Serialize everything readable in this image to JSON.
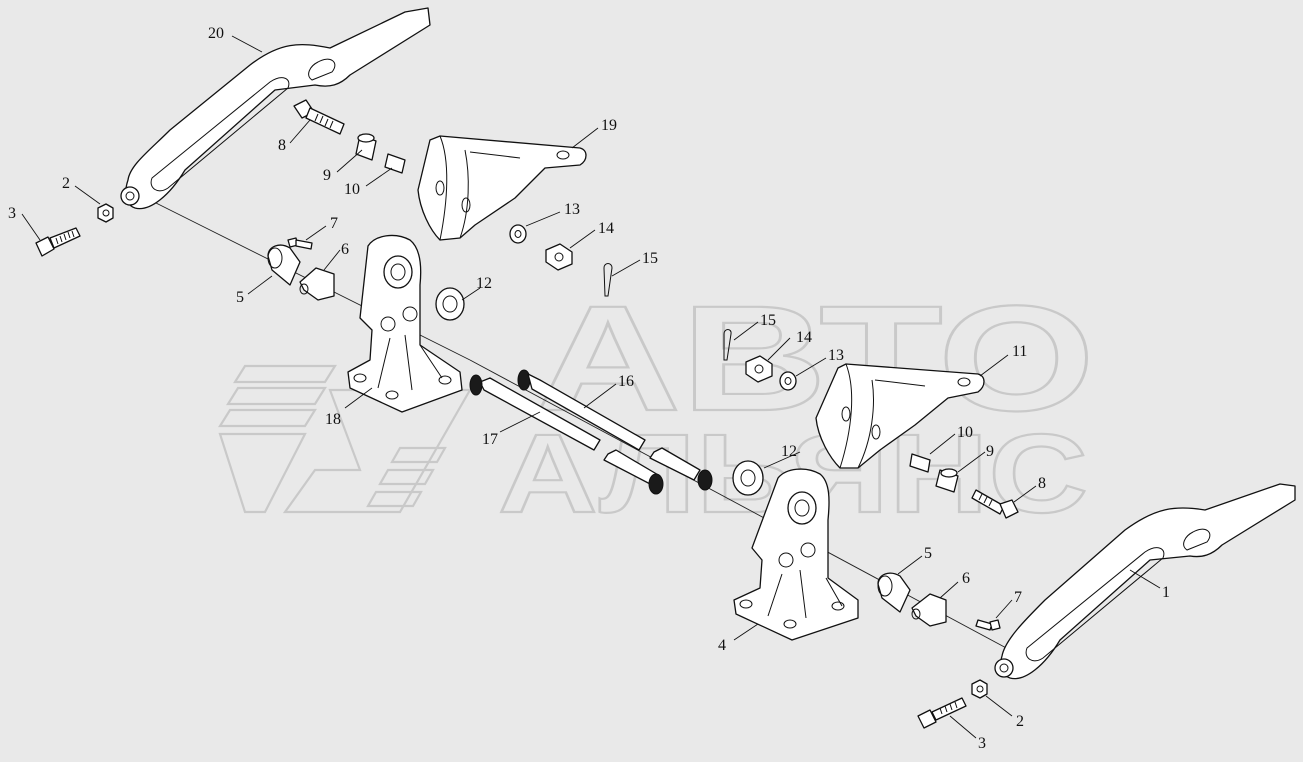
{
  "watermark": {
    "line1": "АВТО",
    "line2": "АЛЬЯНС"
  },
  "callouts": [
    {
      "id": "c20",
      "label": "20"
    },
    {
      "id": "c2a",
      "label": "2"
    },
    {
      "id": "c3a",
      "label": "3"
    },
    {
      "id": "c8a",
      "label": "8"
    },
    {
      "id": "c9a",
      "label": "9"
    },
    {
      "id": "c10a",
      "label": "10"
    },
    {
      "id": "c19",
      "label": "19"
    },
    {
      "id": "c7a",
      "label": "7"
    },
    {
      "id": "c6a",
      "label": "6"
    },
    {
      "id": "c5a",
      "label": "5"
    },
    {
      "id": "c13a",
      "label": "13"
    },
    {
      "id": "c14a",
      "label": "14"
    },
    {
      "id": "c15a",
      "label": "15"
    },
    {
      "id": "c12a",
      "label": "12"
    },
    {
      "id": "c18",
      "label": "18"
    },
    {
      "id": "c17",
      "label": "17"
    },
    {
      "id": "c16",
      "label": "16"
    },
    {
      "id": "c15b",
      "label": "15"
    },
    {
      "id": "c14b",
      "label": "14"
    },
    {
      "id": "c13b",
      "label": "13"
    },
    {
      "id": "c11",
      "label": "11"
    },
    {
      "id": "c12b",
      "label": "12"
    },
    {
      "id": "c10b",
      "label": "10"
    },
    {
      "id": "c9b",
      "label": "9"
    },
    {
      "id": "c8b",
      "label": "8"
    },
    {
      "id": "c4",
      "label": "4"
    },
    {
      "id": "c5b",
      "label": "5"
    },
    {
      "id": "c6b",
      "label": "6"
    },
    {
      "id": "c7b",
      "label": "7"
    },
    {
      "id": "c1",
      "label": "1"
    },
    {
      "id": "c2b",
      "label": "2"
    },
    {
      "id": "c3b",
      "label": "3"
    }
  ]
}
